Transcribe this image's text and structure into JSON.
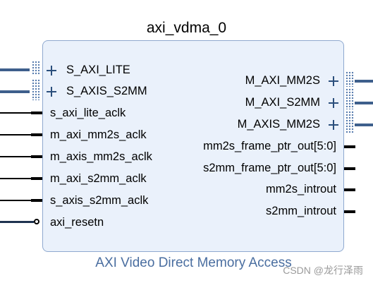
{
  "block": {
    "title": "axi_vdma_0",
    "subtitle": "AXI Video Direct Memory Access"
  },
  "left_ports": [
    {
      "name": "S_AXI_LITE",
      "kind": "bus"
    },
    {
      "name": "S_AXIS_S2MM",
      "kind": "bus"
    },
    {
      "name": "s_axi_lite_aclk",
      "kind": "signal"
    },
    {
      "name": "m_axi_mm2s_aclk",
      "kind": "signal"
    },
    {
      "name": "m_axis_mm2s_aclk",
      "kind": "signal"
    },
    {
      "name": "m_axi_s2mm_aclk",
      "kind": "signal"
    },
    {
      "name": "s_axis_s2mm_aclk",
      "kind": "signal"
    },
    {
      "name": "axi_resetn",
      "kind": "active-low"
    }
  ],
  "right_ports": [
    {
      "name": "M_AXI_MM2S",
      "kind": "bus"
    },
    {
      "name": "M_AXI_S2MM",
      "kind": "bus"
    },
    {
      "name": "M_AXIS_MM2S",
      "kind": "bus"
    },
    {
      "name": "mm2s_frame_ptr_out[5:0]",
      "kind": "signal"
    },
    {
      "name": "s2mm_frame_ptr_out[5:0]",
      "kind": "signal"
    },
    {
      "name": "mm2s_introut",
      "kind": "signal"
    },
    {
      "name": "s2mm_introut",
      "kind": "signal"
    }
  ],
  "watermark": "CSDN @龙行泽雨",
  "colors": {
    "block_fill": "#eaf1fb",
    "block_border": "#8fa9cf",
    "bus": "#3e5f8c",
    "subtitle": "#4a6ea0"
  }
}
